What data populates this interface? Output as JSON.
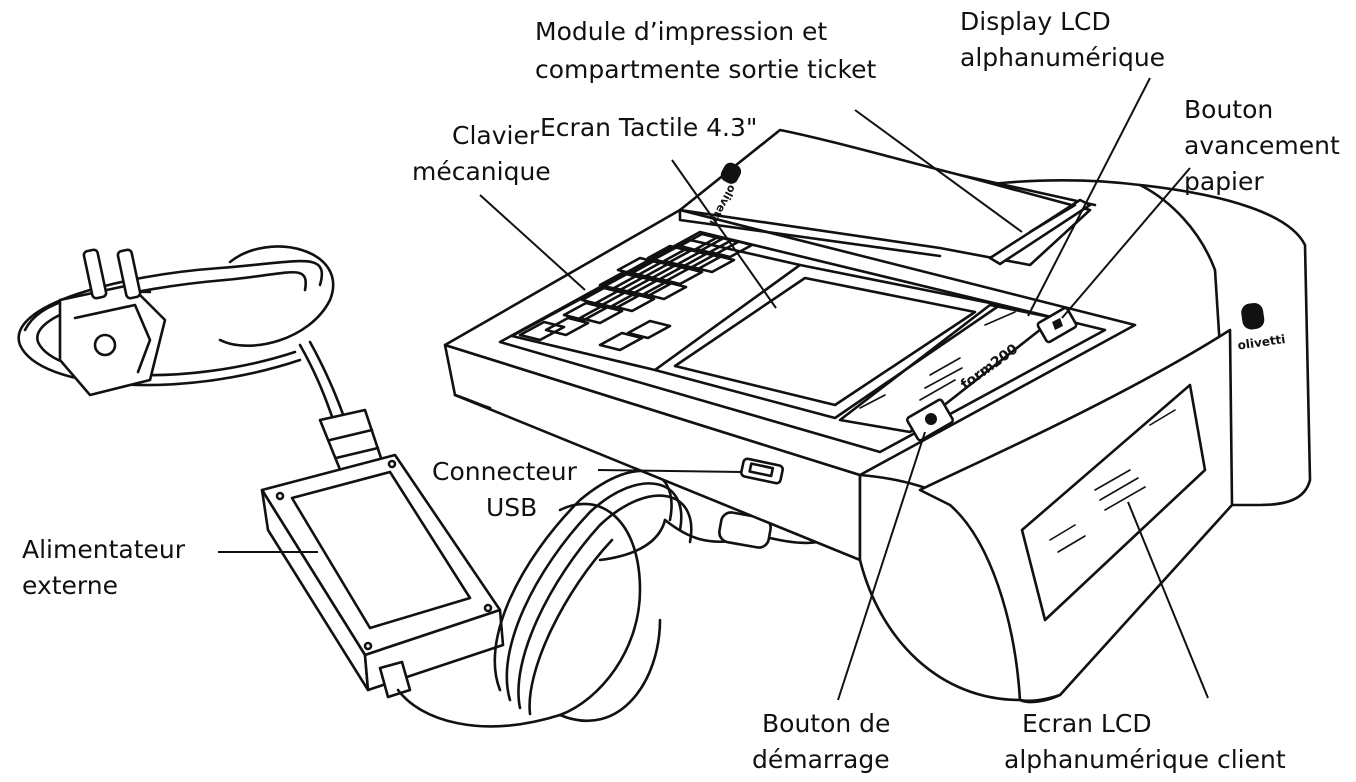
{
  "labels": {
    "module_line1": "Module d’impression et",
    "module_line2": "compartmente sortie ticket",
    "display_line1": "Display LCD",
    "display_line2": "alphanumérique",
    "bouton_av_line1": "Bouton",
    "bouton_av_line2": "avancement",
    "bouton_av_line3": "papier",
    "clavier_line1": "Clavier",
    "clavier_line2": "mécanique",
    "ecran_tactile": "Ecran Tactile 4.3\"",
    "connecteur_line1": "Connecteur",
    "connecteur_line2": "USB",
    "alim_line1": "Alimentateur",
    "alim_line2": "externe",
    "demarrage_line1": "Bouton de",
    "demarrage_line2": "démarrage",
    "ecran_client_line1": "Ecran LCD",
    "ecran_client_line2": "alphanumérique client"
  },
  "device": {
    "brand": "olivetti",
    "model": "form200"
  }
}
